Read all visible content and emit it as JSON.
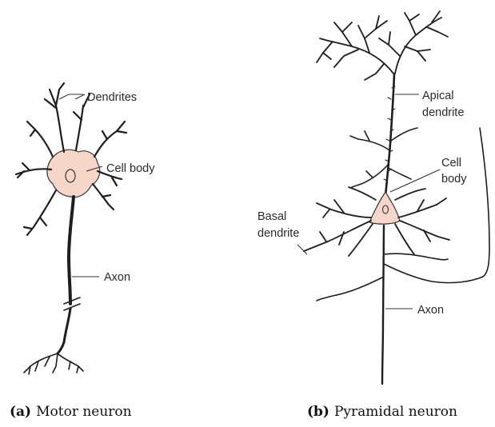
{
  "panel_a": {
    "labels": {
      "dendrites": "Dendrites",
      "cell_body": "Cell body",
      "axon": "Axon"
    },
    "caption": {
      "tag": "(a)",
      "text": "Motor neuron"
    }
  },
  "panel_b": {
    "labels": {
      "apical_1": "Apical",
      "apical_2": "dendrite",
      "cell_1": "Cell",
      "cell_2": "body",
      "basal_1": "Basal",
      "basal_2": "dendrite",
      "axon": "Axon"
    },
    "caption": {
      "tag": "(b)",
      "text": "Pyramidal neuron"
    }
  },
  "colors": {
    "soma_fill": "#f6d6c8",
    "ink": "#1e1e1e"
  }
}
